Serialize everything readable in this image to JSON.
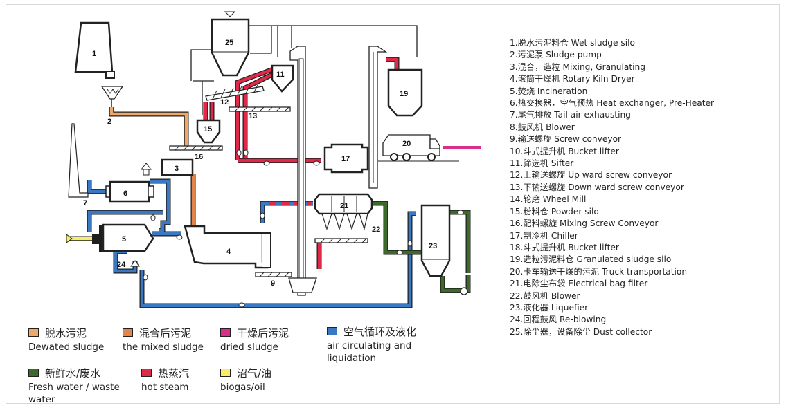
{
  "components": [
    {
      "id": "1",
      "text": "1.脱水污泥料仓 Wet sludge silo"
    },
    {
      "id": "2",
      "text": "2.污泥泵 Sludge pump"
    },
    {
      "id": "3",
      "text": "3.混合，造粒 Mixing, Granulating"
    },
    {
      "id": "4",
      "text": "4.滚筒干燥机 Rotary Kiln Dryer"
    },
    {
      "id": "5",
      "text": "5.焚烧 Incineration"
    },
    {
      "id": "6",
      "text": "6.热交换器，空气预热 Heat exchanger, Pre-Heater"
    },
    {
      "id": "7",
      "text": "7.尾气排放 Tail air exhausting"
    },
    {
      "id": "8",
      "text": "8.鼓风机 Blower"
    },
    {
      "id": "9",
      "text": "9.输送螺旋 Screw conveyor"
    },
    {
      "id": "10",
      "text": "10.斗式提升机 Bucket lifter"
    },
    {
      "id": "11",
      "text": "11.筛选机 Sifter"
    },
    {
      "id": "12",
      "text": "12.上输送螺旋 Up ward screw conveyor"
    },
    {
      "id": "13",
      "text": "13.下输送螺旋 Down ward screw conveyor"
    },
    {
      "id": "14",
      "text": "14.轮磨 Wheel Mill"
    },
    {
      "id": "15",
      "text": "15.粉料仓 Powder silo"
    },
    {
      "id": "16",
      "text": "16.配料螺旋 Mixing Screw Conveyor"
    },
    {
      "id": "17",
      "text": "17.制冷机 Chiller"
    },
    {
      "id": "18",
      "text": "18.斗式提升机 Bucket lifter"
    },
    {
      "id": "19",
      "text": "19.造粒污泥料仓 Granulated sludge silo"
    },
    {
      "id": "20",
      "text": "20.卡车输送干燥的污泥 Truck transportation"
    },
    {
      "id": "21",
      "text": "21.电除尘布袋 Electrical bag filter"
    },
    {
      "id": "22",
      "text": "22.鼓风机 Blower"
    },
    {
      "id": "23",
      "text": "23.液化器 Liquefier"
    },
    {
      "id": "24",
      "text": "24.回程鼓风 Re-blowing"
    },
    {
      "id": "25",
      "text": "25.除尘器，设备除尘 Dust collector"
    }
  ],
  "legend": [
    {
      "key": "dewatered",
      "cn": "脱水污泥",
      "en": "Dewated sludge",
      "color": "#f0a868"
    },
    {
      "key": "mixed",
      "cn": "混合后污泥",
      "en": "the mixed sludge",
      "color": "#e0864a"
    },
    {
      "key": "dried",
      "cn": "干燥后污泥",
      "en": "dried sludge",
      "color": "#d8308a"
    },
    {
      "key": "air",
      "cn": "空气循环及液化",
      "en": "air circulating and liquidation",
      "color": "#3a78c2"
    },
    {
      "key": "water",
      "cn": "新鲜水/废水",
      "en": "Fresh water / waste water",
      "color": "#3c6a2a"
    },
    {
      "key": "steam",
      "cn": "热蒸汽",
      "en": "hot steam",
      "color": "#e02848"
    },
    {
      "key": "biogas",
      "cn": "沼气/油",
      "en": "biogas/oil",
      "color": "#f4ee6a"
    }
  ],
  "labels": {
    "n1": "1",
    "n2": "2",
    "n3": "3",
    "n4": "4",
    "n5": "5",
    "n6": "6",
    "n7": "7",
    "n9": "9",
    "n11": "11",
    "n12": "12",
    "n13": "13",
    "n15": "15",
    "n16": "16",
    "n17": "17",
    "n19": "19",
    "n20": "20",
    "n21": "21",
    "n22": "22",
    "n23": "23",
    "n24": "24",
    "n25": "25"
  }
}
